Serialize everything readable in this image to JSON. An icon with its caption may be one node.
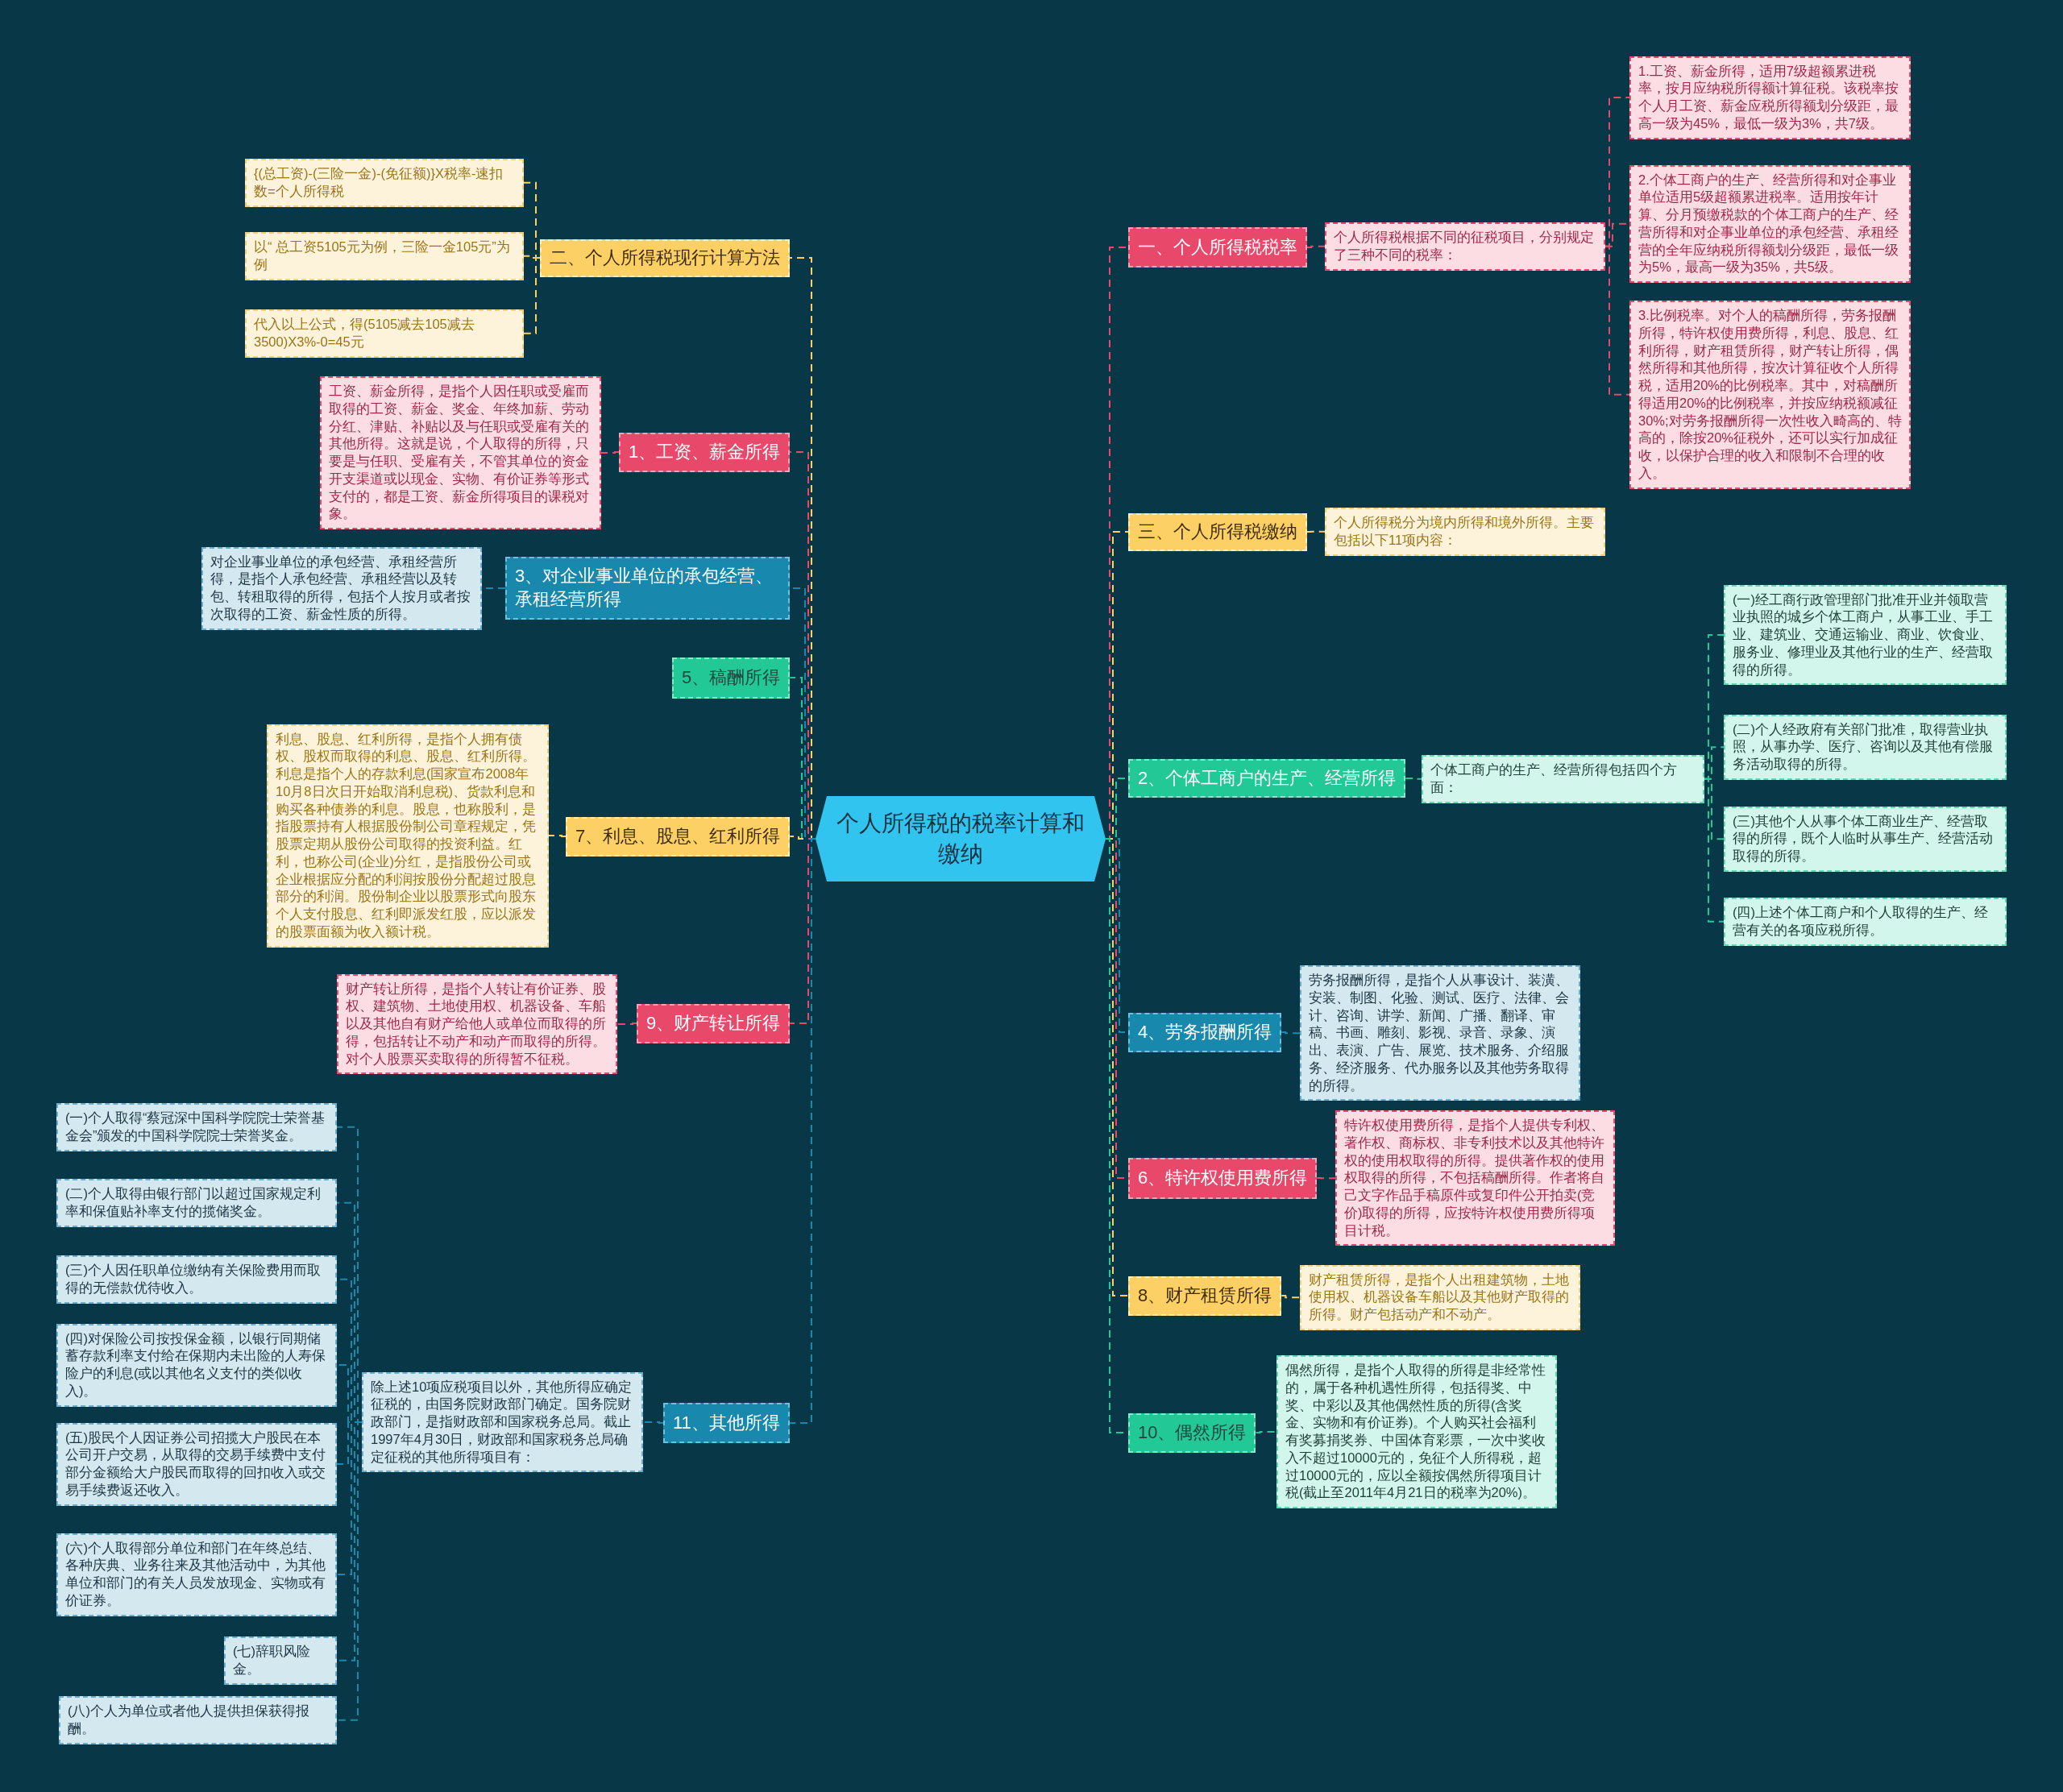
{
  "diagram": {
    "nodes": [
      {
        "text": [
          "个人所得税的税率计算和缴纳"
        ]
      },
      {
        "text": [
          "二、个人所得税现行计算方法"
        ]
      },
      {
        "text": [
          "{(总工资)-(三险一金)-(免征额)}X税率-速扣数=个人所得税"
        ]
      },
      {
        "text": [
          "以“ 总工资5105元为例，三险一金105元”为例"
        ]
      },
      {
        "text": [
          "代入以上公式，得(5105减去105减去3500)X3%-0=45元"
        ]
      },
      {
        "text": [
          "1、工资、薪金所得"
        ]
      },
      {
        "text": [
          "工资、薪金所得，是指个人因任职或受雇而取得的工资、薪金、奖金、年终加薪、劳动分红、津贴、补贴以及与任职或受雇有关的其他所得。这就是说，个人取得的所得，只要是与任职、受雇有关，不管其单位的资金开支渠道或以现金、实物、有价证券等形式支付的，都是工资、薪金所得项目的课税对象。"
        ]
      },
      {
        "text": [
          "3、对企业事业单位的承包经营、承租经营所得"
        ]
      },
      {
        "text": [
          "对企业事业单位的承包经营、承租经营所得，是指个人承包经营、承租经营以及转包、转租取得的所得，包括个人按月或者按次取得的工资、薪金性质的所得。"
        ]
      },
      {
        "text": [
          "5、稿酬所得"
        ]
      },
      {
        "text": [
          "7、利息、股息、红利所得"
        ]
      },
      {
        "text": [
          "利息、股息、红利所得，是指个人拥有债权、股权而取得的利息、股息、红利所得。利息是指个人的存款利息(国家宣布2008年10月8日次日开始取消利息税)、货款利息和购买各种债券的利息。股息，也称股利，是指股票持有人根据股份制公司章程规定，凭股票定期从股份公司取得的投资利益。红利，也称公司(企业)分红，是指股份公司或企业根据应分配的利润按股份分配超过股息部分的利润。股份制企业以股票形式向股东个人支付股息、红利即派发红股，应以派发的股票面额为收入额计税。"
        ]
      },
      {
        "text": [
          "9、财产转让所得"
        ]
      },
      {
        "text": [
          "财产转让所得，是指个人转让有价证券、股权、建筑物、土地使用权、机器设备、车船以及其他自有财产给他人或单位而取得的所得，包括转让不动产和动产而取得的所得。对个人股票买卖取得的所得暂不征税。"
        ]
      },
      {
        "text": [
          "11、其他所得"
        ]
      },
      {
        "text": [
          "除上述10项应税项目以外，其他所得应确定征税的，由国务院财政部门确定。国务院财政部门，是指财政部和国家税务总局。截止1997年4月30日，财政部和国家税务总局确定征税的其他所得项目有："
        ]
      },
      {
        "text": [
          "(一)个人取得“蔡冠深中国科学院院士荣誉基金会”颁发的中国科学院院士荣誉奖金。"
        ]
      },
      {
        "text": [
          "(二)个人取得由银行部门以超过国家规定利率和保值贴补率支付的揽储奖金。"
        ]
      },
      {
        "text": [
          "(三)个人因任职单位缴纳有关保险费用而取得的无偿款优待收入。"
        ]
      },
      {
        "text": [
          "(四)对保险公司按投保金额，以银行同期储蓄存款利率支付给在保期内未出险的人寿保险户的利息(或以其他名义支付的类似收入)。"
        ]
      },
      {
        "text": [
          "(五)股民个人因证券公司招揽大户股民在本公司开户交易，从取得的交易手续费中支付部分金额给大户股民而取得的回扣收入或交易手续费返还收入。"
        ]
      },
      {
        "text": [
          "(六)个人取得部分单位和部门在年终总结、各种庆典、业务往来及其他活动中，为其他单位和部门的有关人员发放现金、实物或有价证券。"
        ]
      },
      {
        "text": [
          "(七)辞职风险金。"
        ]
      },
      {
        "text": [
          "(八)个人为单位或者他人提供担保获得报酬。"
        ]
      },
      {
        "text": [
          "一、个人所得税税率"
        ]
      },
      {
        "text": [
          "个人所得税根据不同的征税项目，分别规定了三种不同的税率："
        ]
      },
      {
        "text": [
          "1.工资、薪金所得，适用7级超额累进税率，按月应纳税所得额计算征税。该税率按个人月工资、薪金应税所得额划分级距，最高一级为45%，最低一级为3%，共7级。"
        ]
      },
      {
        "text": [
          "2.个体工商户的生产、经营所得和对企事业单位适用5级超额累进税率。适用按年计算、分月预缴税款的个体工商户的生产、经营所得和对企事业单位的承包经营、承租经营的全年应纳税所得额划分级距，最低一级为5%，最高一级为35%，共5级。"
        ]
      },
      {
        "text": [
          "3.比例税率。对个人的稿酬所得，劳务报酬所得，特许权使用费所得，利息、股息、红利所得，财产租赁所得，财产转让所得，偶然所得和其他所得，按次计算征收个人所得税，适用20%的比例税率。其中，对稿酬所得适用20%的比例税率，并按应纳税额减征30%;对劳务报酬所得一次性收入畸高的、特高的，除按20%征税外，还可以实行加成征收，以保护合理的收入和限制不合理的收入。"
        ]
      },
      {
        "text": [
          "三、个人所得税缴纳"
        ]
      },
      {
        "text": [
          "个人所得税分为境内所得和境外所得。主要包括以下11项内容："
        ]
      },
      {
        "text": [
          "2、个体工商户的生产、经营所得"
        ]
      },
      {
        "text": [
          "个体工商户的生产、经营所得包括四个方面："
        ]
      },
      {
        "text": [
          "(一)经工商行政管理部门批准开业并领取营业执照的城乡个体工商户，从事工业、手工业、建筑业、交通运输业、商业、饮食业、服务业、修理业及其他行业的生产、经营取得的所得。"
        ]
      },
      {
        "text": [
          "(二)个人经政府有关部门批准，取得营业执照，从事办学、医疗、咨询以及其他有偿服务活动取得的所得。"
        ]
      },
      {
        "text": [
          "(三)其他个人从事个体工商业生产、经营取得的所得，既个人临时从事生产、经营活动取得的所得。"
        ]
      },
      {
        "text": [
          "(四)上述个体工商户和个人取得的生产、经营有关的各项应税所得。"
        ]
      },
      {
        "text": [
          "4、劳务报酬所得"
        ]
      },
      {
        "text": [
          "劳务报酬所得，是指个人从事设计、装潢、安装、制图、化验、测试、医疗、法律、会计、咨询、讲学、新闻、广播、翻译、审稿、书画、雕刻、影视、录音、录象、演出、表演、广告、展览、技术服务、介绍服务、经济服务、代办服务以及其他劳务取得的所得。"
        ]
      },
      {
        "text": [
          "6、特许权使用费所得"
        ]
      },
      {
        "text": [
          "特许权使用费所得，是指个人提供专利权、著作权、商标权、非专利技术以及其他特许权的使用权取得的所得。提供著作权的使用权取得的所得，不包括稿酬所得。作者将自己文字作品手稿原件或复印件公开拍卖(竞价)取得的所得，应按特许权使用费所得项目计税。"
        ]
      },
      {
        "text": [
          "8、财产租赁所得"
        ]
      },
      {
        "text": [
          "财产租赁所得，是指个人出租建筑物，土地使用权、机器设备车船以及其他财产取得的所得。财产包括动产和不动产。"
        ]
      },
      {
        "text": [
          "10、偶然所得"
        ]
      },
      {
        "text": [
          "偶然所得，是指个人取得的所得是非经常性的，属于各种机遇性所得，包括得奖、中奖、中彩以及其他偶然性质的所得(含奖金、实物和有价证券)。个人购买社会福利有奖募捐奖券、中国体育彩票，一次中奖收入不超过10000元的，免征个人所得税，超过10000元的，应以全额按偶然所得项目计税(截止至2011年4月21日的税率为20%)。"
        ]
      }
    ],
    "edges": [
      {
        "from": 0,
        "to": 1,
        "arrow": "none",
        "style": "dashed",
        "color": "#fdd065"
      },
      {
        "from": 0,
        "to": 5,
        "arrow": "none",
        "style": "dashed",
        "color": "#e8496a"
      },
      {
        "from": 0,
        "to": 7,
        "arrow": "none",
        "style": "dashed",
        "color": "#1889ad"
      },
      {
        "from": 0,
        "to": 9,
        "arrow": "none",
        "style": "dashed",
        "color": "#22c895"
      },
      {
        "from": 0,
        "to": 10,
        "arrow": "none",
        "style": "dashed",
        "color": "#fdd065"
      },
      {
        "from": 0,
        "to": 12,
        "arrow": "none",
        "style": "dashed",
        "color": "#e8496a"
      },
      {
        "from": 0,
        "to": 14,
        "arrow": "none",
        "style": "dashed",
        "color": "#1889ad"
      },
      {
        "from": 0,
        "to": 24,
        "arrow": "none",
        "style": "dashed",
        "color": "#e8496a"
      },
      {
        "from": 0,
        "to": 29,
        "arrow": "none",
        "style": "dashed",
        "color": "#fdd065"
      },
      {
        "from": 0,
        "to": 31,
        "arrow": "none",
        "style": "dashed",
        "color": "#22c895"
      },
      {
        "from": 0,
        "to": 37,
        "arrow": "none",
        "style": "dashed",
        "color": "#1889ad"
      },
      {
        "from": 0,
        "to": 39,
        "arrow": "none",
        "style": "dashed",
        "color": "#e8496a"
      },
      {
        "from": 0,
        "to": 41,
        "arrow": "none",
        "style": "dashed",
        "color": "#fdd065"
      },
      {
        "from": 0,
        "to": 43,
        "arrow": "none",
        "style": "dashed",
        "color": "#22c895"
      },
      {
        "from": 1,
        "to": 2,
        "arrow": "none",
        "style": "dashed",
        "color": "#fdd065"
      },
      {
        "from": 1,
        "to": 3,
        "arrow": "none",
        "style": "dashed",
        "color": "#fdd065"
      },
      {
        "from": 1,
        "to": 4,
        "arrow": "none",
        "style": "dashed",
        "color": "#fdd065"
      },
      {
        "from": 5,
        "to": 6,
        "arrow": "none",
        "style": "dashed",
        "color": "#e8496a"
      },
      {
        "from": 7,
        "to": 8,
        "arrow": "none",
        "style": "dashed",
        "color": "#1889ad"
      },
      {
        "from": 10,
        "to": 11,
        "arrow": "none",
        "style": "dashed",
        "color": "#fdd065"
      },
      {
        "from": 12,
        "to": 13,
        "arrow": "none",
        "style": "dashed",
        "color": "#e8496a"
      },
      {
        "from": 14,
        "to": 15,
        "arrow": "none",
        "style": "dashed",
        "color": "#1889ad"
      },
      {
        "from": 15,
        "to": 16,
        "arrow": "none",
        "style": "dashed",
        "color": "#1889ad"
      },
      {
        "from": 15,
        "to": 17,
        "arrow": "none",
        "style": "dashed",
        "color": "#1889ad"
      },
      {
        "from": 15,
        "to": 18,
        "arrow": "none",
        "style": "dashed",
        "color": "#1889ad"
      },
      {
        "from": 15,
        "to": 19,
        "arrow": "none",
        "style": "dashed",
        "color": "#1889ad"
      },
      {
        "from": 15,
        "to": 20,
        "arrow": "none",
        "style": "dashed",
        "color": "#1889ad"
      },
      {
        "from": 15,
        "to": 21,
        "arrow": "none",
        "style": "dashed",
        "color": "#1889ad"
      },
      {
        "from": 15,
        "to": 22,
        "arrow": "none",
        "style": "dashed",
        "color": "#1889ad"
      },
      {
        "from": 15,
        "to": 23,
        "arrow": "none",
        "style": "dashed",
        "color": "#1889ad"
      },
      {
        "from": 24,
        "to": 25,
        "arrow": "none",
        "style": "dashed",
        "color": "#e8496a"
      },
      {
        "from": 25,
        "to": 26,
        "arrow": "none",
        "style": "dashed",
        "color": "#e8496a"
      },
      {
        "from": 25,
        "to": 27,
        "arrow": "none",
        "style": "dashed",
        "color": "#e8496a"
      },
      {
        "from": 25,
        "to": 28,
        "arrow": "none",
        "style": "dashed",
        "color": "#e8496a"
      },
      {
        "from": 29,
        "to": 30,
        "arrow": "none",
        "style": "dashed",
        "color": "#fdd065"
      },
      {
        "from": 31,
        "to": 32,
        "arrow": "none",
        "style": "dashed",
        "color": "#22c895"
      },
      {
        "from": 32,
        "to": 33,
        "arrow": "none",
        "style": "dashed",
        "color": "#22c895"
      },
      {
        "from": 32,
        "to": 34,
        "arrow": "none",
        "style": "dashed",
        "color": "#22c895"
      },
      {
        "from": 32,
        "to": 35,
        "arrow": "none",
        "style": "dashed",
        "color": "#22c895"
      },
      {
        "from": 32,
        "to": 36,
        "arrow": "none",
        "style": "dashed",
        "color": "#22c895"
      },
      {
        "from": 37,
        "to": 38,
        "arrow": "none",
        "style": "dashed",
        "color": "#1889ad"
      },
      {
        "from": 39,
        "to": 40,
        "arrow": "none",
        "style": "dashed",
        "color": "#e8496a"
      },
      {
        "from": 41,
        "to": 42,
        "arrow": "none",
        "style": "dashed",
        "color": "#fdd065"
      },
      {
        "from": 43,
        "to": 44,
        "arrow": "none",
        "style": "dashed",
        "color": "#22c895"
      }
    ]
  }
}
